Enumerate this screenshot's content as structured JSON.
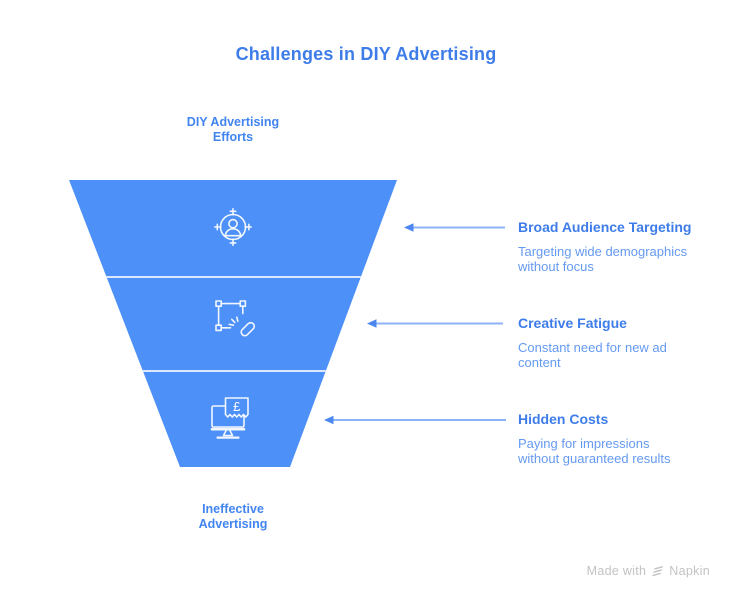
{
  "page": {
    "title": "Challenges in DIY Advertising"
  },
  "funnel": {
    "input_label": "DIY Advertising\nEfforts",
    "output_label": "Ineffective\nAdvertising",
    "stages": [
      {
        "icon": "audience-target-icon",
        "title": "Broad Audience Targeting",
        "description": "Targeting wide demographics\nwithout focus"
      },
      {
        "icon": "broken-link-selection-icon",
        "title": "Creative Fatigue",
        "description": "Constant need for new ad\ncontent"
      },
      {
        "icon": "monitor-bill-icon",
        "title": "Hidden Costs",
        "description": "Paying for impressions\nwithout guaranteed results"
      }
    ],
    "currency_symbol": "£"
  },
  "footer": {
    "made_with_label": "Made with",
    "brand_name": "Napkin"
  },
  "colors": {
    "background": "#ffffff",
    "funnel_fill": "#4d90f7",
    "funnel_divider": "#dbe7fd",
    "heading_text": "#3e7de9",
    "funnel_label_text": "#4285f0",
    "description_text": "#649af2",
    "arrow_line": "#8db3f7",
    "arrow_head": "#4b87ee",
    "icon_stroke": "#ffffff",
    "watermark_text": "#c3c3c3"
  }
}
